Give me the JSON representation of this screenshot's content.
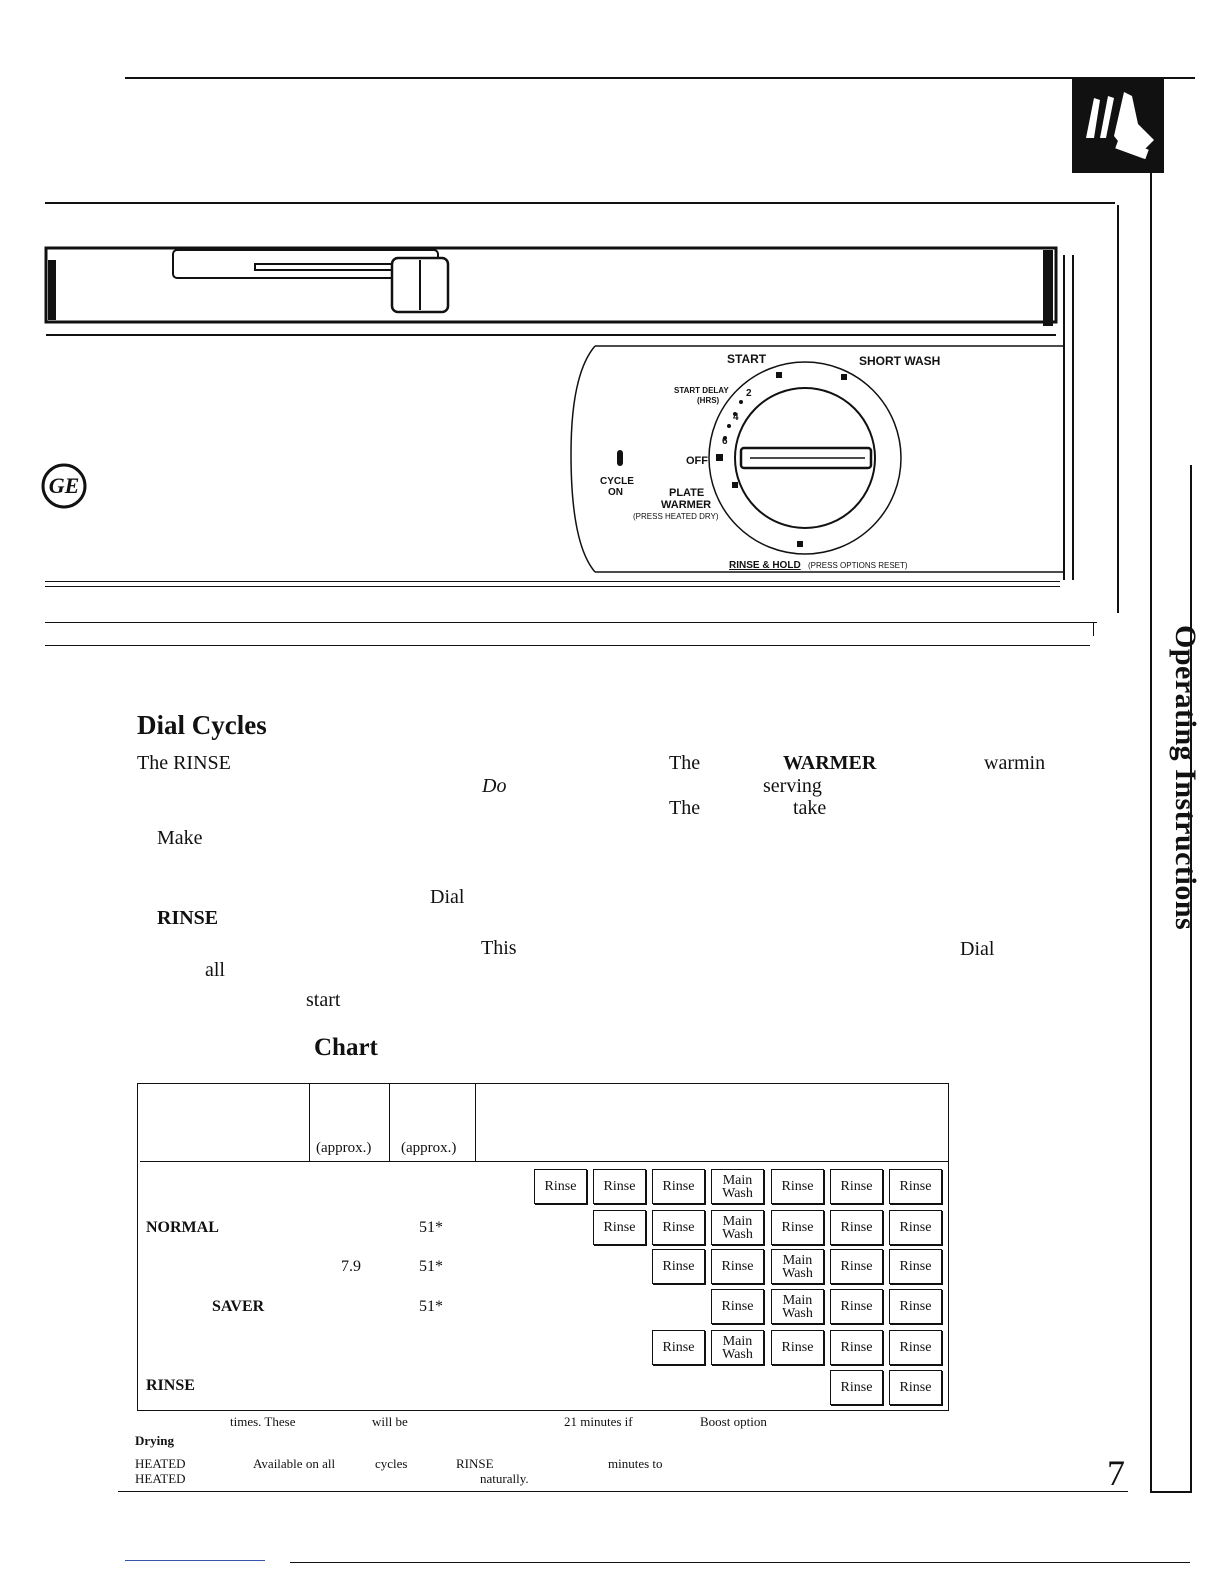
{
  "section": {
    "title": "Operating Instructions",
    "page_number": "7"
  },
  "panel": {
    "logo": "GE",
    "cycle_on": [
      "CYCLE",
      "ON"
    ],
    "dial": {
      "start": "START",
      "short_wash": "SHORT WASH",
      "start_delay": [
        "START DELAY",
        "(HRS)"
      ],
      "delay_numbers": [
        "2",
        "4",
        "6"
      ],
      "off": "OFF",
      "plate_warmer": [
        "PLATE",
        "WARMER",
        "(PRESS HEATED DRY)"
      ],
      "rinse_hold": "RINSE & HOLD",
      "rinse_hold_note": "(PRESS OPTIONS RESET)"
    }
  },
  "dial_cycles": {
    "heading": "Dial Cycles",
    "fragments": {
      "the_rinse": "The RINSE",
      "do": "Do",
      "make": "Make",
      "dial_1": "Dial",
      "rinse": "RINSE",
      "this": "This",
      "all": "all",
      "start": "start",
      "the_1": "The",
      "warmer": "WARMER",
      "warmin": "warmin",
      "serving": "serving",
      "the_2": "The",
      "take": "take",
      "dial_2": "Dial"
    }
  },
  "chart": {
    "heading": "Chart",
    "col_headers": [
      "(approx.)",
      "(approx.)"
    ],
    "rows": [
      {
        "label": "",
        "col1": "",
        "col2": "",
        "steps": [
          "Rinse",
          "Rinse",
          "Rinse",
          "Main Wash",
          "Rinse",
          "Rinse",
          "Rinse"
        ]
      },
      {
        "label": "NORMAL",
        "col1": "",
        "col2": "51*",
        "steps": [
          "Rinse",
          "Rinse",
          "Main Wash",
          "Rinse",
          "Rinse",
          "Rinse"
        ]
      },
      {
        "label": "",
        "col1": "7.9",
        "col2": "51*",
        "steps": [
          "Rinse",
          "Rinse",
          "Main Wash",
          "Rinse",
          "Rinse"
        ]
      },
      {
        "label": "SAVER",
        "col1": "",
        "col2": "51*",
        "steps": [
          "Rinse",
          "Main Wash",
          "Rinse",
          "Rinse"
        ]
      },
      {
        "label": "",
        "col1": "",
        "col2": "",
        "steps": [
          "Rinse",
          "Main Wash",
          "Rinse",
          "Rinse",
          "Rinse"
        ]
      },
      {
        "label": "RINSE",
        "col1": "",
        "col2": "",
        "steps": [
          "Rinse",
          "Rinse"
        ]
      }
    ]
  },
  "footnotes": {
    "line1": [
      "times. These",
      "will be",
      "21 minutes if",
      "Boost option"
    ],
    "drying": "Drying",
    "line2": [
      "HEATED",
      "Available on all",
      "cycles",
      "RINSE",
      "minutes to"
    ],
    "line3": [
      "HEATED",
      "naturally."
    ]
  }
}
